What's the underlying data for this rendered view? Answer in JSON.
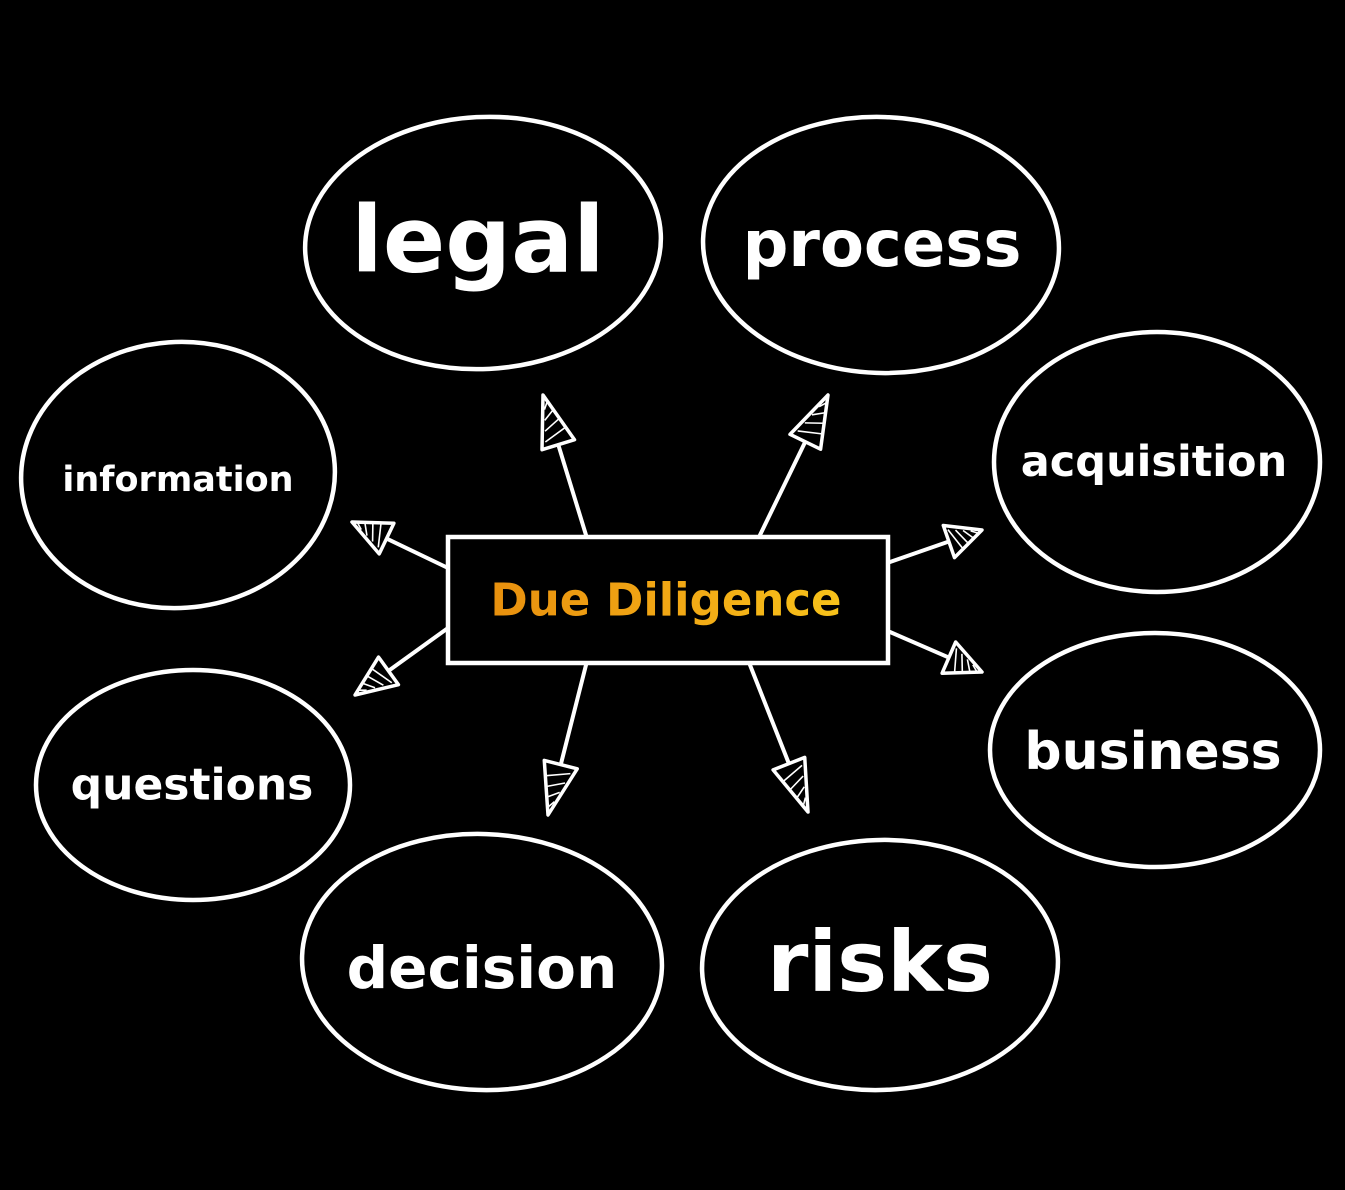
{
  "diagram": {
    "center": {
      "label": "Due Diligence"
    },
    "nodes": [
      {
        "id": "legal",
        "label": "legal"
      },
      {
        "id": "process",
        "label": "process"
      },
      {
        "id": "acquisition",
        "label": "acquisition"
      },
      {
        "id": "business",
        "label": "business"
      },
      {
        "id": "risks",
        "label": "risks"
      },
      {
        "id": "decision",
        "label": "decision"
      },
      {
        "id": "questions",
        "label": "questions"
      },
      {
        "id": "information",
        "label": "information"
      }
    ]
  },
  "colors": {
    "background": "#000000",
    "outline": "#ffffff",
    "text": "#ffffff",
    "center_gradient_start": "#e8900e",
    "center_gradient_end": "#f7c21a"
  }
}
